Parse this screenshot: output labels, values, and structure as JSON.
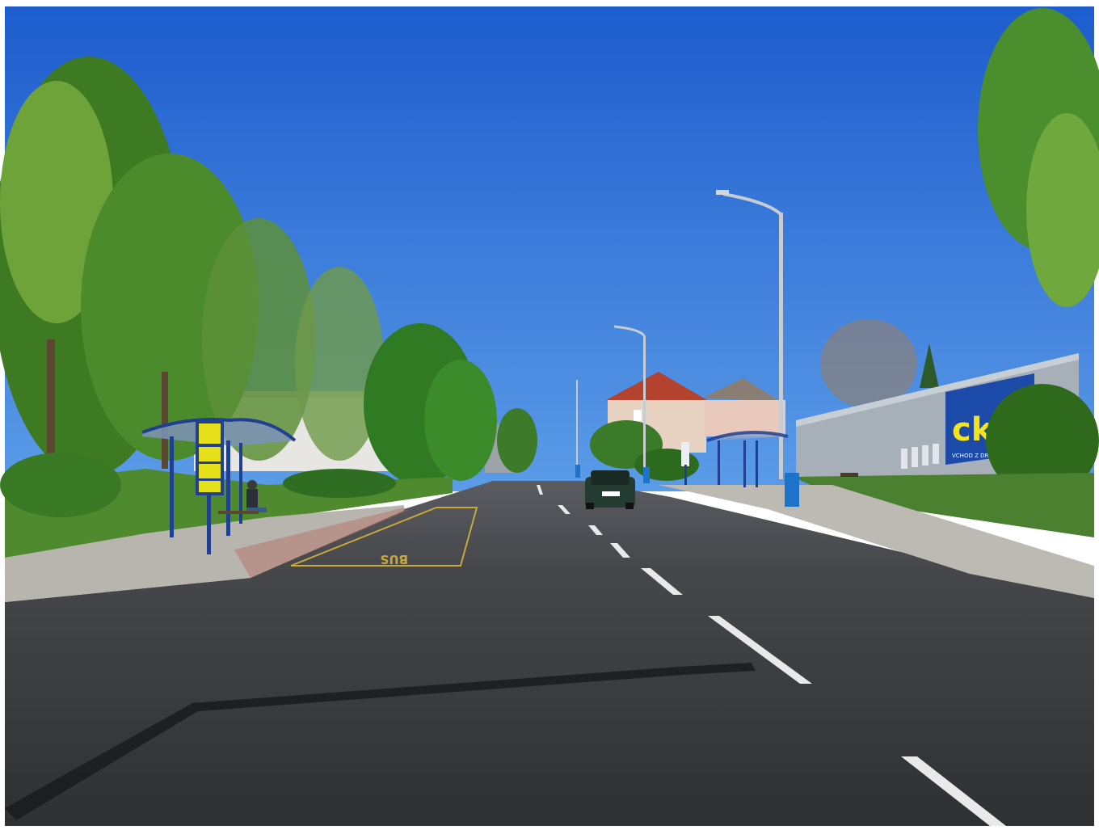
{
  "scene": {
    "description_tag": "street-view-photo",
    "colors": {
      "sky_top": "#1f5fd0",
      "sky_bottom": "#5a9be6",
      "road": "#3a3b3e",
      "road_far": "#55575c",
      "sidewalk": "#b7b3ad",
      "curb_red": "#b45a4a",
      "grass": "#4f8a2f",
      "foliage_dark": "#2f6a1c",
      "foliage_light": "#7fb23a",
      "shelter_blue": "#1f3f8f",
      "sign_yellow": "#e6e01a",
      "building_cream": "#e9d9c7",
      "roof_red": "#b3432f",
      "warehouse_grey": "#a9b1bb",
      "billboard_blue": "#1c4aa8",
      "pole_blue": "#1d72c9",
      "car_green": "#243b31"
    }
  },
  "road_marking_text": "BUS",
  "billboard": {
    "brand_text": "cka",
    "sub_text": "VCHOD Z DRUHÉ STRANY"
  }
}
